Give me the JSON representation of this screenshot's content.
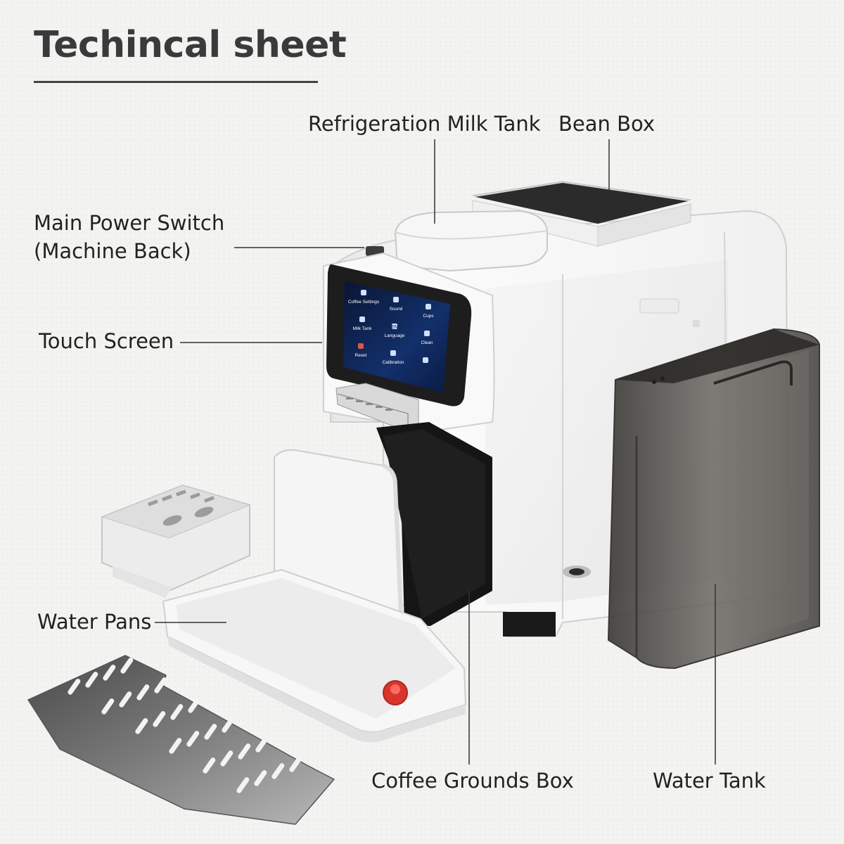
{
  "title": "Techincal sheet",
  "labels": {
    "milk_tank": "Refrigeration Milk Tank",
    "bean_box": "Bean Box",
    "power_switch_line1": "Main Power Switch",
    "power_switch_line2": "(Machine Back)",
    "touch_screen": "Touch Screen",
    "water_pans": "Water Pans",
    "grounds_box": "Coffee Grounds Box",
    "water_tank": "Water Tank"
  },
  "screen_menu": [
    {
      "label": "Coffee Settings",
      "icon": "sliders-icon"
    },
    {
      "label": "Sound",
      "icon": "speaker-icon"
    },
    {
      "label": "Cups",
      "icon": "bar-chart-icon"
    },
    {
      "label": "Milk  Tank",
      "icon": "cup-icon"
    },
    {
      "label": "Language",
      "icon": "language-icon",
      "badge": "EN"
    },
    {
      "label": "Clean",
      "icon": "clean-icon"
    },
    {
      "label": "Reset",
      "icon": "reset-icon"
    },
    {
      "label": "Calibration",
      "icon": "calibration-icon"
    },
    {
      "label": "",
      "icon": "back-icon"
    }
  ],
  "colors": {
    "background": "#f3f3f1",
    "machine_body": "#f7f7f7",
    "screen": "#0b1a3a",
    "tank_tint": "#5d5a55",
    "drain_plug": "#d9352a"
  }
}
